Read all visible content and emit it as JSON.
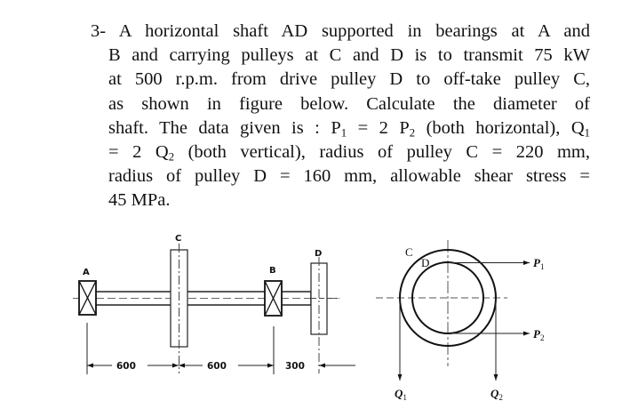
{
  "problem": {
    "number": "3-",
    "lines": [
      "A horizontal shaft AD supported in bearings at A and",
      "B and carrying pulleys at C and D is to transmit 75 kW",
      "at 500 r.p.m. from drive pulley D to off-take pulley C,",
      "as shown in figure below. Calculate the diameter of",
      "shaft. The data given is : P",
      "= 2 Q",
      "radius of pulley D = 160 mm, allowable shear stress =",
      "45 MPa."
    ],
    "line5": {
      "a": "shaft. The data given is : P",
      "sub1": "1",
      "b": " = 2 P",
      "sub2": "2",
      "c": " (both horizontal), Q",
      "sub3": "1"
    },
    "line6": {
      "a": "= 2 Q",
      "sub1": "2",
      "b": " (both vertical), radius of pulley C = 220 mm,"
    },
    "given": {
      "power": "75 kW",
      "speed": "500 r.p.m.",
      "radius_C": "220 mm",
      "radius_D": "160 mm",
      "allowable_shear_stress": "45 MPa",
      "P_relation": "P1 = 2 P2 (both horizontal)",
      "Q_relation": "Q1 = 2 Q2 (both vertical)"
    }
  },
  "figure": {
    "side_view": {
      "labels": {
        "A": "A",
        "B": "B",
        "C": "C",
        "D": "D"
      },
      "dimensions": {
        "AC": "600",
        "CB": "600",
        "BD": "300"
      }
    },
    "end_view": {
      "pulley_labels": {
        "outer": "C",
        "inner": "D"
      },
      "forces": {
        "P1": {
          "letter": "P",
          "sub": "1"
        },
        "P2": {
          "letter": "P",
          "sub": "2"
        },
        "Q1": {
          "letter": "Q",
          "sub": "1"
        },
        "Q2": {
          "letter": "Q",
          "sub": "2"
        }
      }
    }
  }
}
